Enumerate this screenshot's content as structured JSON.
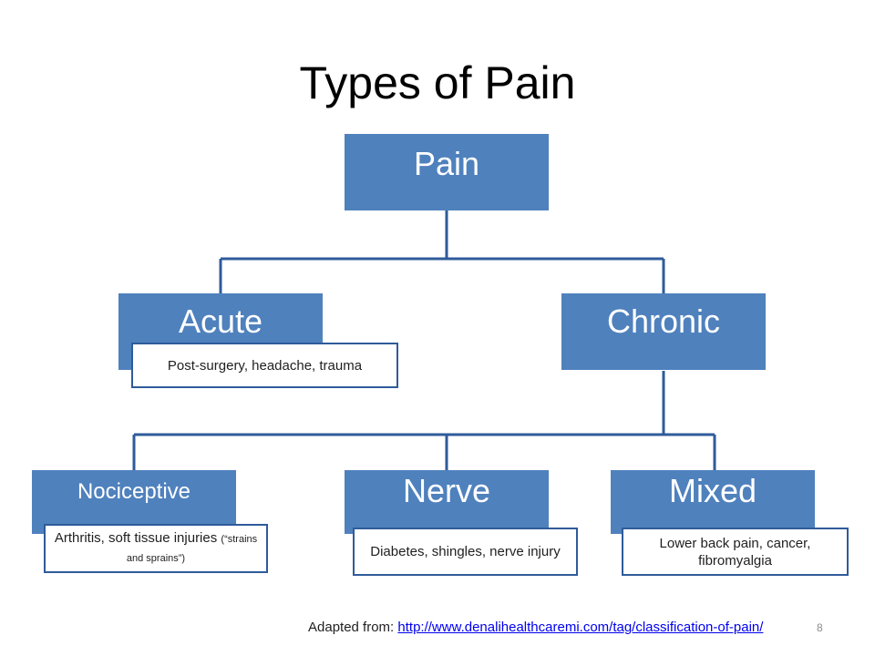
{
  "title": "Types of Pain",
  "nodes": {
    "root": {
      "label": "Pain"
    },
    "acute": {
      "label": "Acute",
      "desc": "Post-surgery, headache, trauma"
    },
    "chronic": {
      "label": "Chronic"
    },
    "nociceptive": {
      "label": "Nociceptive",
      "desc_main": "Arthritis, soft tissue injuries",
      "desc_note": "(“strains and sprains”)"
    },
    "nerve": {
      "label": "Nerve",
      "desc": "Diabetes, shingles, nerve injury"
    },
    "mixed": {
      "label": "Mixed",
      "desc": "Lower back pain, cancer, fibromyalgia"
    }
  },
  "footer": {
    "prefix": "Adapted from: ",
    "link_text": "http://www.denalihealthcaremi.com/tag/classification-of-pain/",
    "slide_number": "8"
  },
  "colors": {
    "box_fill": "#4f81bd",
    "line": "#2f5b9a",
    "text_on_box": "#ffffff"
  }
}
